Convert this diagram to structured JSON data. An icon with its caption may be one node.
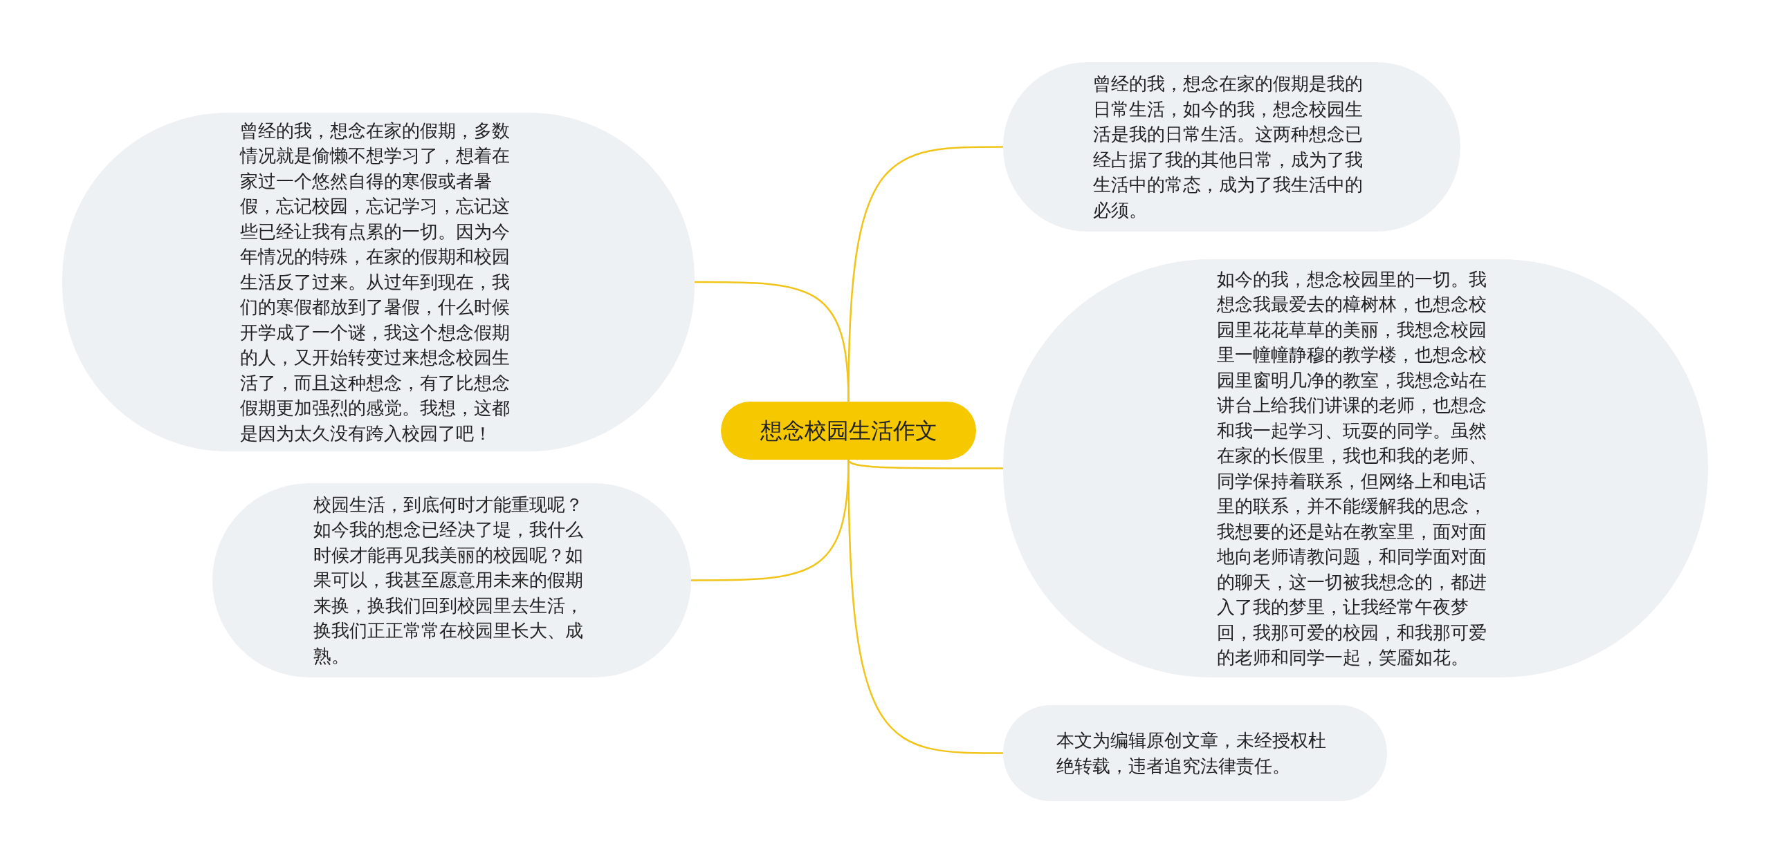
{
  "diagram": {
    "nodes": [
      {
        "text": [
          "想念校园生活作文"
        ]
      },
      {
        "text": [
          "曾经的我，想念在家的假期，多数情况就是偷懒不想学习了，想着在家过一个悠然自得的寒假或者暑假，忘记校园，忘记学习，忘记这些已经让我有点累的一切。因为今年情况的特殊，在家的假期和校园生活反了过来。从过年到现在，我们的寒假都放到了暑假，什么时候开学成了一个谜，我这个想念假期的人，又开始转变过来想念校园生活了，而且这种想念，有了比想念假期更加强烈的感觉。我想，这都是因为太久没有跨入校园了吧！"
        ]
      },
      {
        "text": [
          "校园生活，到底何时才能重现呢？如今我的想念已经决了堤，我什么时候才能再见我美丽的校园呢？如果可以，我甚至愿意用未来的假期来换，换我们回到校园里去生活，换我们正正常常在校园里长大、成熟。"
        ]
      },
      {
        "text": [
          "曾经的我，想念在家的假期是我的日常生活，如今的我，想念校园生活是我的日常生活。这两种想念已经占据了我的其他日常，成为了我生活中的常态，成为了我生活中的必须。"
        ]
      },
      {
        "text": [
          "如今的我，想念校园里的一切。我想念我最爱去的樟树林，也想念校园里花花草草的美丽，我想念校园里一幢幢静穆的教学楼，也想念校园里窗明几净的教室，我想念站在讲台上给我们讲课的老师，也想念和我一起学习、玩耍的同学。虽然在家的长假里，我也和我的老师、同学保持着联系，但网络上和电话里的联系，并不能缓解我的思念，我想要的还是站在教室里，面对面地向老师请教问题，和同学面对面的聊天，这一切被我想念的，都进入了我的梦里，让我经常午夜梦回，我那可爱的校园，和我那可爱的老师和同学一起，笑靥如花。"
        ]
      },
      {
        "text": [
          "本文为编辑原创文章，未经授权杜绝转载，违者追究法律责任。"
        ]
      }
    ],
    "edges": [
      {
        "from": 0,
        "to": 1,
        "arrow": "none"
      },
      {
        "from": 0,
        "to": 2,
        "arrow": "none"
      },
      {
        "from": 0,
        "to": 3,
        "arrow": "none"
      },
      {
        "from": 0,
        "to": 4,
        "arrow": "none"
      },
      {
        "from": 0,
        "to": 5,
        "arrow": "none"
      }
    ]
  }
}
